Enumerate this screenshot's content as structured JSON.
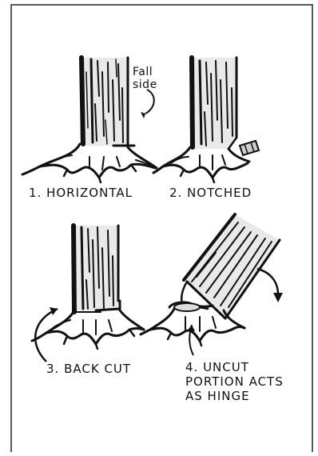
{
  "panels": [
    {
      "label": "1. HORIZONTAL"
    },
    {
      "label": "2. NOTCHED"
    },
    {
      "label": "3. BACK CUT"
    },
    {
      "label": "4. UNCUT\nPORTION ACTS\nAS HINGE"
    }
  ],
  "annotations": {
    "fall_side": "Fall\nside"
  },
  "colors": {
    "ink": "#111111",
    "paper": "#ffffff",
    "frame": "#222222"
  }
}
